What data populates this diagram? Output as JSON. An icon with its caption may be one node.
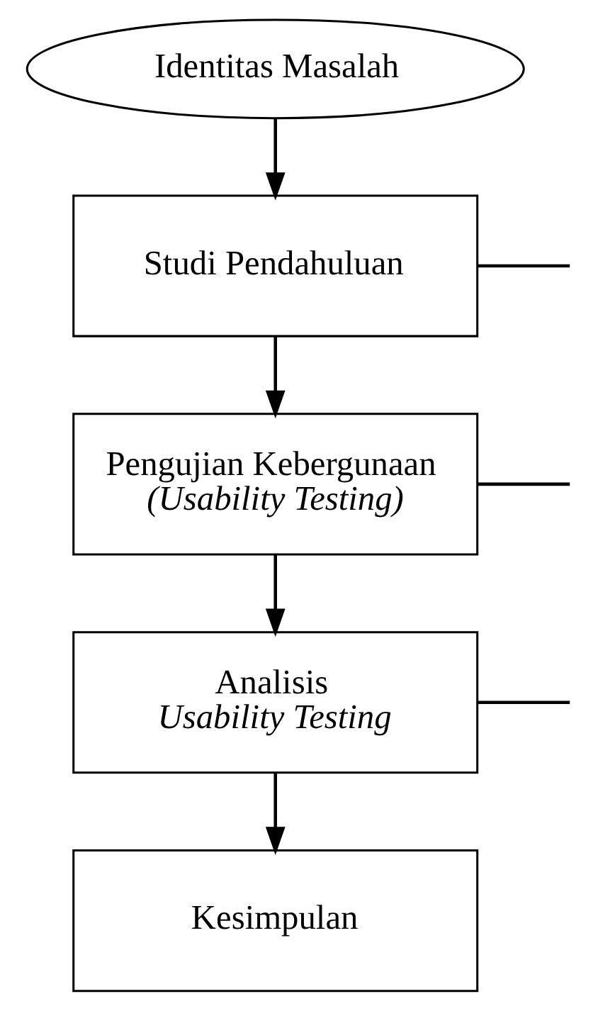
{
  "diagram": {
    "nodes": [
      {
        "text": [
          "Identitas Masalah"
        ]
      },
      {
        "text": [
          "Studi Pendahuluan"
        ]
      },
      {
        "text": [
          "Pengujian Kebergunaan *(Usability Testing)*"
        ]
      },
      {
        "text": [
          "Analisis *Usability Testing*"
        ]
      },
      {
        "text": [
          "Kesimpulan"
        ]
      }
    ],
    "edges": [
      {
        "from": 0,
        "to": 1,
        "arrow": "to"
      },
      {
        "from": 1,
        "to": null,
        "arrow": "none"
      },
      {
        "from": 1,
        "to": 2,
        "arrow": "to"
      },
      {
        "from": 2,
        "to": null,
        "arrow": "none"
      },
      {
        "from": 2,
        "to": 3,
        "arrow": "to"
      },
      {
        "from": 3,
        "to": null,
        "arrow": "none"
      },
      {
        "from": 3,
        "to": 4,
        "arrow": "to"
      }
    ]
  }
}
